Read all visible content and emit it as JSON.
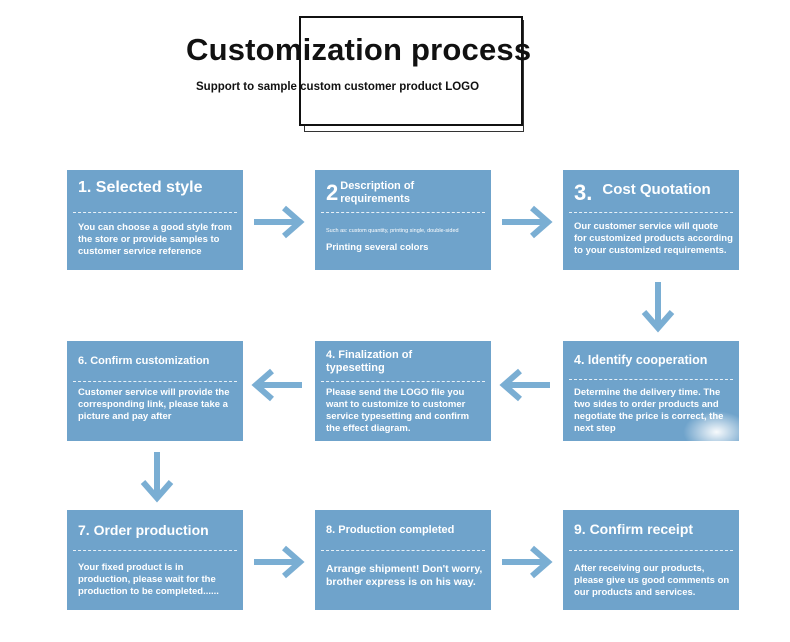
{
  "header": {
    "title": "Customization process",
    "subtitle": "Support to sample custom customer product LOGO"
  },
  "steps": [
    {
      "title": "1. Selected style",
      "body": "You can choose a good style from the store or provide samples to customer service reference"
    },
    {
      "number": "2",
      "title": "Description of requirements",
      "note": "Such as: custom quantity, printing single, double-sided",
      "body": "Printing several colors"
    },
    {
      "number": "3.",
      "title": "Cost Quotation",
      "body": "Our customer service will quote for customized products according to your customized requirements."
    },
    {
      "title": "4. Identify cooperation",
      "body": "Determine the delivery time. The two sides to order products and negotiate the price is correct, the next step"
    },
    {
      "title": "4. Finalization of typesetting",
      "body": "Please send the LOGO file you want to customize to customer service typesetting and confirm the effect diagram."
    },
    {
      "title": "6. Confirm customization",
      "body": "Customer service will provide the corresponding link, please take a picture and pay after"
    },
    {
      "title": "7. Order production",
      "body": "Your fixed product is in production, please wait for the production to be completed......"
    },
    {
      "title": "8. Production completed",
      "body": "Arrange shipment! Don't worry, brother express is on his way."
    },
    {
      "title": "9. Confirm receipt",
      "body": "After receiving our products, please give us good comments on our products and services."
    }
  ],
  "colors": {
    "box": "#6fa3cb",
    "arrow": "#7aaed3",
    "title": "#111111"
  }
}
